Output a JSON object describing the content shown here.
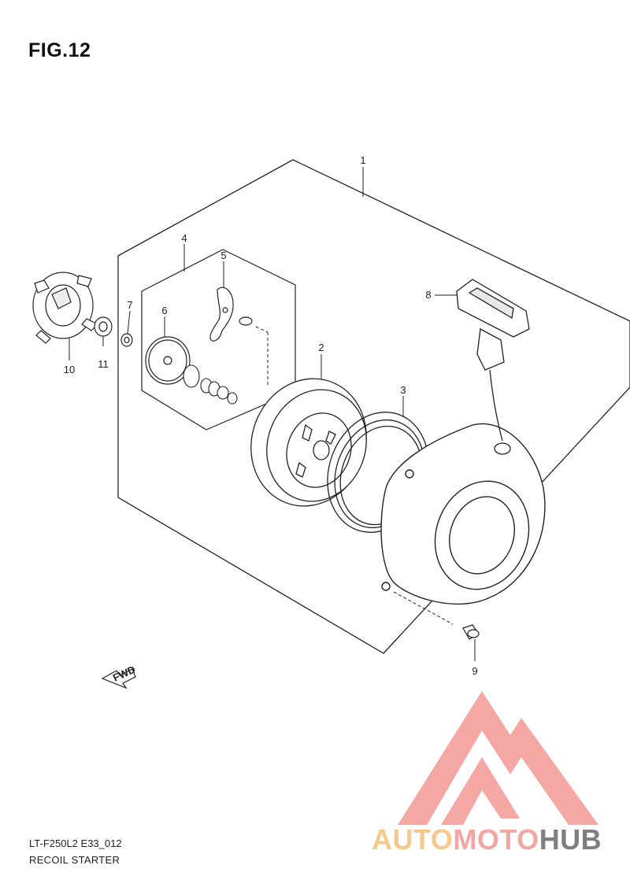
{
  "figure": {
    "title": "FIG.12"
  },
  "callouts": [
    {
      "id": "1",
      "part": "recoil-starter-assembly"
    },
    {
      "id": "2",
      "part": "recoil-pulley"
    },
    {
      "id": "3",
      "part": "recoil-spring"
    },
    {
      "id": "4",
      "part": "ratchet-kit"
    },
    {
      "id": "5",
      "part": "ratchet-pawl"
    },
    {
      "id": "6",
      "part": "friction-plate"
    },
    {
      "id": "7",
      "part": "nut"
    },
    {
      "id": "8",
      "part": "starter-handle"
    },
    {
      "id": "9",
      "part": "bolt"
    },
    {
      "id": "10",
      "part": "starter-cup"
    },
    {
      "id": "11",
      "part": "washer-nut"
    }
  ],
  "fwd_arrow": {
    "label": "FWD"
  },
  "footer": {
    "model_code": "LT-F250L2 E33_012",
    "caption": "RECOIL STARTER"
  },
  "watermark": {
    "part1": "AUTO",
    "part2": "MOTO",
    "part3": "HUB",
    "color_auto": "#f5c98c",
    "color_moto": "#f2a7a2",
    "color_hub": "#7f7f7f",
    "logo_color": "#f28a86"
  }
}
